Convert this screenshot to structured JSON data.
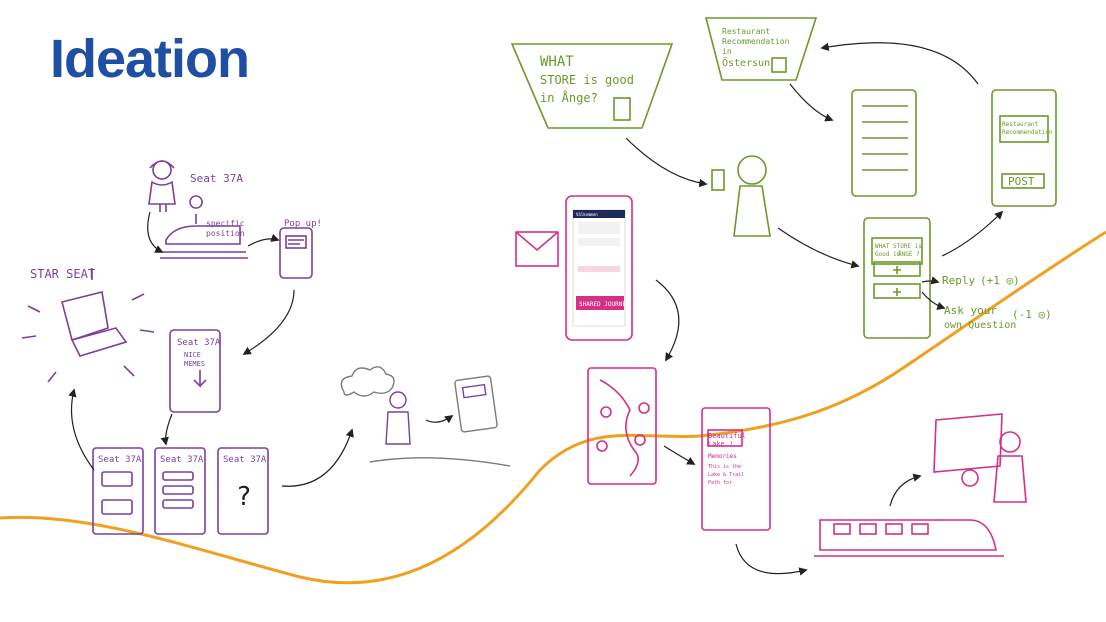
{
  "title": "Ideation",
  "colors": {
    "title": "#1f4fa3",
    "timeline": "#f0a01e",
    "purple": "#7b3fa0",
    "green": "#6a9a2a",
    "magenta": "#d62f86",
    "ink": "#222222",
    "grey": "#7a7a7a"
  },
  "purple_flow": {
    "person_label": "Seat 37A",
    "position_label_1": "specific",
    "position_label_2": "position",
    "popup_label": "Pop up!",
    "screen_seat": "Seat 37A",
    "screen_note_1": "NICE",
    "screen_note_2": "MEMES",
    "star_seat_label": "STAR SEAT",
    "phone_1_title": "Seat 37A",
    "phone_2_title": "Seat 37A",
    "phone_3_title": "Seat 37A",
    "phone_3_body": "?"
  },
  "green_flow": {
    "sign_1_line1": "WHAT",
    "sign_1_line2": "STORE is good",
    "sign_1_line3": "in Ånge?",
    "sign_2_line1": "Restaurant",
    "sign_2_line2": "Recommendation",
    "sign_2_line3": "in",
    "sign_2_line4": "Östersun",
    "phone_question_1": "WHAT STORE is",
    "phone_question_2": "Good in",
    "phone_question_3": "ÅNGE ?",
    "reply_label": "Reply",
    "reply_points": "(+1 ◎)",
    "ask_label_1": "Ask your",
    "ask_label_2": "own Question",
    "ask_points": "(-1 ◎)",
    "post_phone_line1": "Restaurant",
    "post_phone_line2": "Recommendation",
    "post_button": "POST"
  },
  "magenta_flow": {
    "app_header": "Välkommen",
    "app_button": "SHARED JOURNEY",
    "card_title_1": "Beautiful",
    "card_title_2": "Lake !",
    "card_tag": "Memories",
    "card_note_1": "This is the",
    "card_note_2": "Lake & Trail",
    "card_note_3": "Path for"
  }
}
